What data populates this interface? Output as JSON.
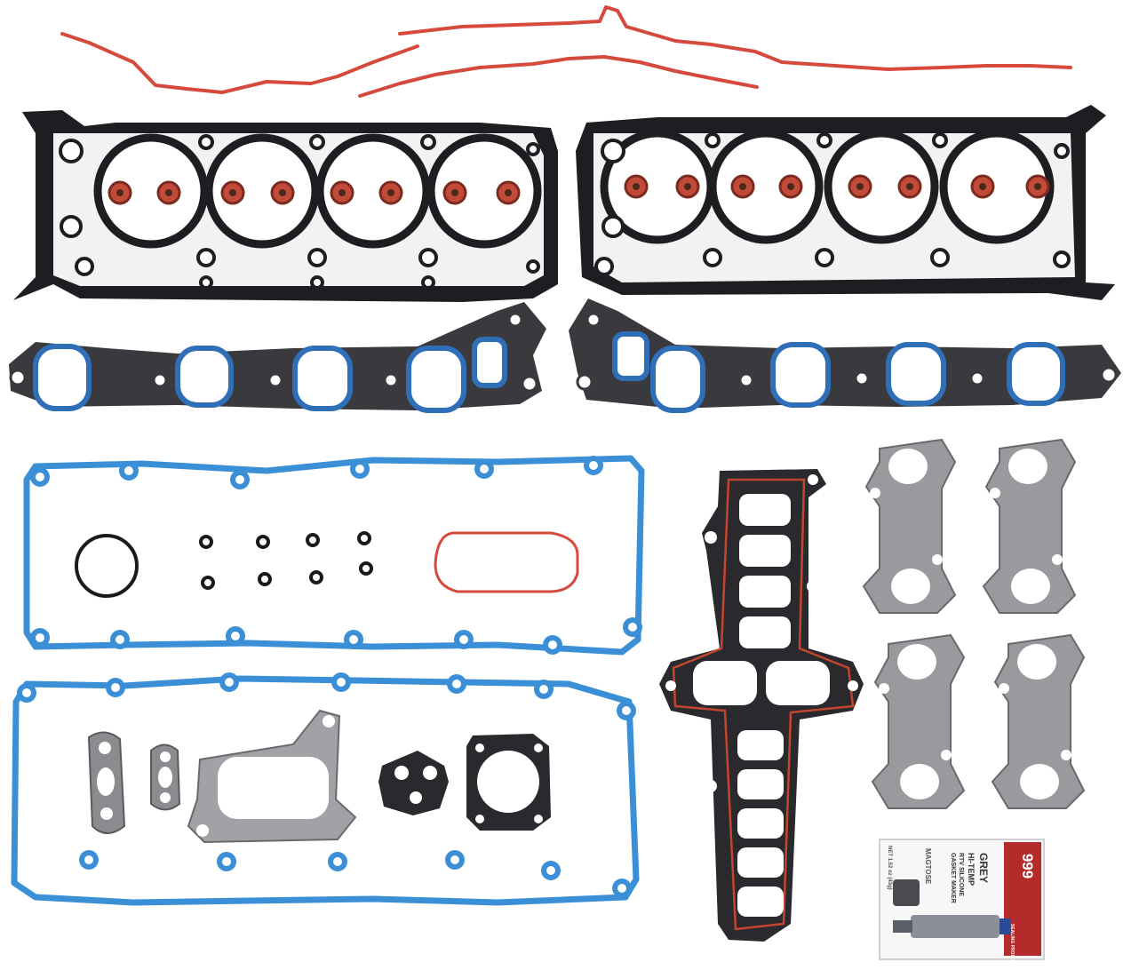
{
  "photo": {
    "background": "#ffffff",
    "colors": {
      "head_gasket": "#1e1e22",
      "head_gasket_face": "#f4f4f4",
      "steel_grey": "#8c8c90",
      "valve_seal": "#c24a38",
      "timing_cover_seal": "#d64a3e",
      "intake_blue": "#2f6fb8",
      "valve_cover_blue": "#3b8fd6",
      "plenum_red_bead": "#c2452f",
      "exhaust_grey": "#9a9a9e"
    },
    "tube_package": {
      "brand": "MAGTOSE",
      "number": "999",
      "product_line_1": "GREY",
      "product_line_2": "HI-TEMP",
      "product_line_3": "RTV SILICONE",
      "product_line_4": "GASKET MAKER",
      "net_weight": "NET 1.52 oz (43g)",
      "footer": "SEALING PRODUCT"
    }
  }
}
